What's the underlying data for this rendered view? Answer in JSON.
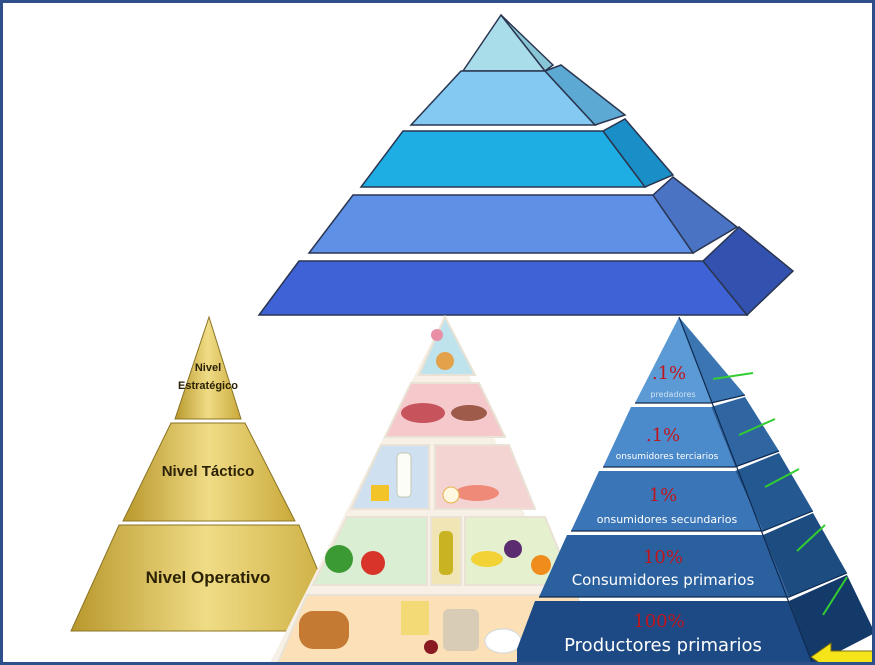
{
  "colors": {
    "border": "#2f4f8a",
    "blue_layers": [
      "#a8dce8",
      "#7ec4ee",
      "#1faee3",
      "#5b8fe6",
      "#3f63d4"
    ],
    "gold": "#d8bd52",
    "eco_layers": [
      "#5b9ad5",
      "#4a86c6",
      "#3a74b5",
      "#2a5f9e",
      "#1d4a83"
    ],
    "accent_green": "#33cc33",
    "arrow_yellow": "#f6e41a"
  },
  "gold_pyramid": {
    "levels": [
      {
        "label_line1": "Nivel",
        "label_line2": "Estratégico"
      },
      {
        "label": "Nivel Táctico"
      },
      {
        "label": "Nivel Operativo"
      }
    ]
  },
  "food_pyramid": {
    "tiers": [
      "sweets-and-pastries",
      "meats-and-sausages",
      "dairy-fish-eggs",
      "fruits-vegetables-oil",
      "bread-pasta-grains"
    ]
  },
  "eco_pyramid": {
    "levels": [
      {
        "percent": ".1%",
        "name": "predadores"
      },
      {
        "percent": ".1%",
        "name": "onsumidores terciarios"
      },
      {
        "percent": "1%",
        "name": "onsumidores secundarios"
      },
      {
        "percent": "10%",
        "name": "Consumidores primarios"
      },
      {
        "percent": "100%",
        "name": "Productores primarios"
      }
    ]
  }
}
